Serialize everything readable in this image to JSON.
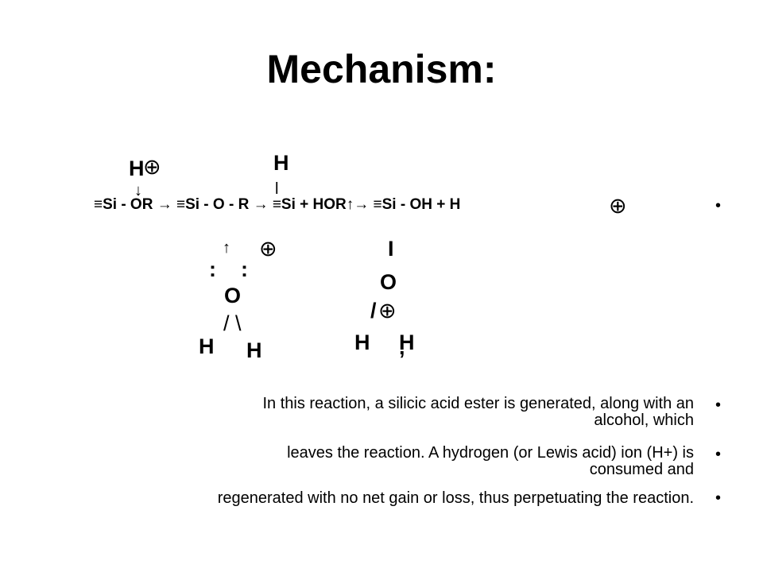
{
  "title": "Mechanism:",
  "equation": "≡Si - OR → ≡Si - O - R → ≡Si + HOR↑→ ≡Si - OH + H",
  "symbols": {
    "h": "H",
    "o": "O",
    "oplus": "⊕",
    "down_arrow": "↓",
    "up_arrow": "↑",
    "bar": "I",
    "small_bar": "l",
    "colon": ":",
    "slash": "/",
    "slash_backslash": "/ \\",
    "comma": ","
  },
  "bullet": "•",
  "paragraph": [
    [
      "In this reaction, a silicic acid ester is generated, along with an",
      "alcohol, which"
    ],
    [
      "leaves the reaction. A hydrogen (or Lewis acid) ion (H+) is",
      "consumed and"
    ],
    [
      "regenerated with no net gain or loss, thus perpetuating the reaction."
    ]
  ]
}
